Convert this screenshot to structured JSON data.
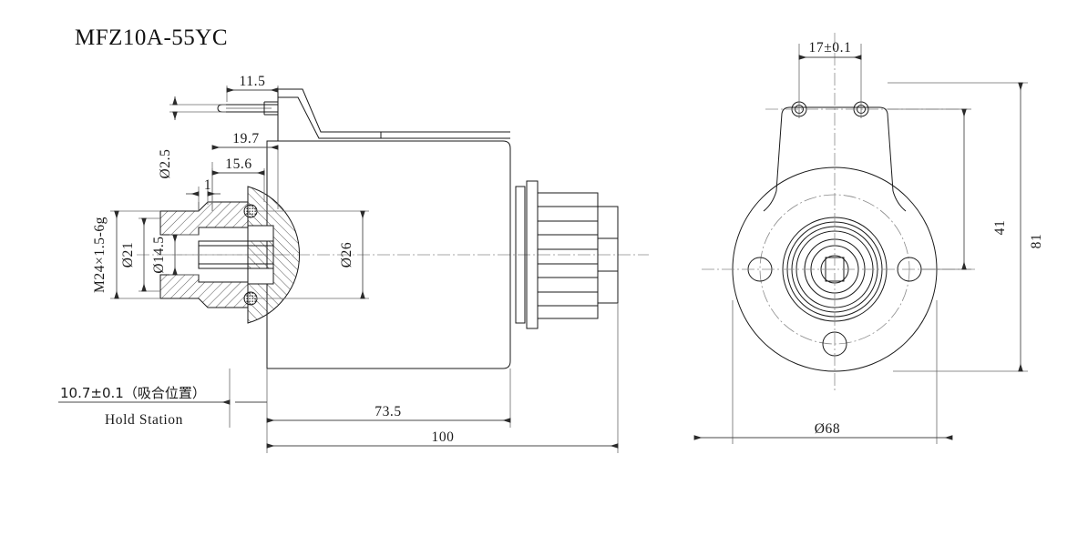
{
  "title": "MFZ10A-55YC",
  "drawing": {
    "type": "engineering-dimension-drawing",
    "views": [
      {
        "name": "side-section-view",
        "position": "left"
      },
      {
        "name": "front-end-view",
        "position": "right"
      }
    ]
  },
  "left_view_dimensions": {
    "pin_length": "11.5",
    "pin_diameter": "Ø2.5",
    "dim_19_7": "19.7",
    "dim_15_6": "15.6",
    "dim_1": "1",
    "thread": "M24×1.5-6g",
    "dia_21": "Ø21",
    "dia_14_5": "Ø14.5",
    "dia_26": "Ø26",
    "hold_station_value": "10.7±0.1（吸合位置）",
    "hold_station_label": "Hold Station",
    "dim_73_5": "73.5",
    "dim_100": "100"
  },
  "right_view_dimensions": {
    "dim_17": "17±0.1",
    "dim_41": "41",
    "dim_81": "81",
    "dia_68": "Ø68"
  },
  "colors": {
    "line": "#1a1a1a",
    "thin_line": "#555555",
    "center_line": "#8a8a8a",
    "dim_line": "#4a4a4a",
    "background": "#ffffff",
    "text": "#1a1a1a"
  }
}
